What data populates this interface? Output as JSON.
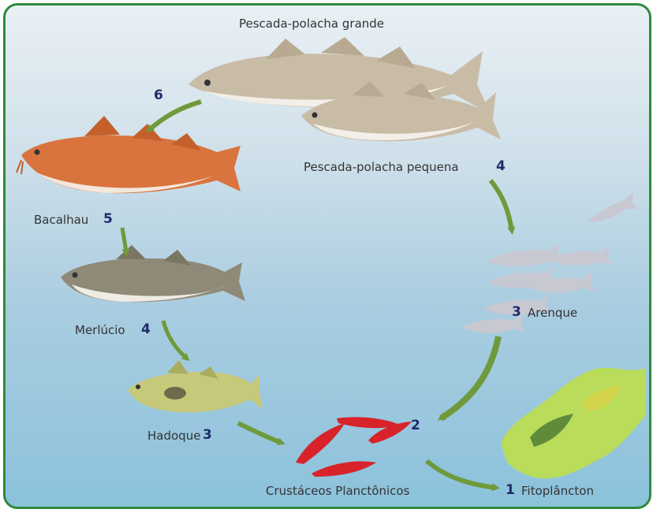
{
  "nodes": {
    "pescada_grande": {
      "label": "Pescada-polacha grande"
    },
    "pescada_pequena": {
      "label": "Pescada-polacha pequena",
      "level": "4"
    },
    "arenque": {
      "label": "Arenque",
      "level": "3"
    },
    "fitoplancton": {
      "label": "Fitoplâncton",
      "level": "1"
    },
    "crustaceos": {
      "label": "Crustáceos Planctônicos",
      "level": "2"
    },
    "hadoque": {
      "label": "Hadoque",
      "level": "3"
    },
    "merlucio": {
      "label": "Merlúcio",
      "level": "4"
    },
    "bacalhau": {
      "label": "Bacalhau",
      "level": "5"
    },
    "top": {
      "level": "6"
    }
  },
  "colors": {
    "border": "#2e8b3a",
    "arrow": "#6f9a3c",
    "number": "#1f2a6b",
    "pollock_body": "#c9bca7",
    "cod_body": "#d9743f",
    "crustacean": "#d8232a",
    "phytoplankton": "#b9dc5a"
  }
}
